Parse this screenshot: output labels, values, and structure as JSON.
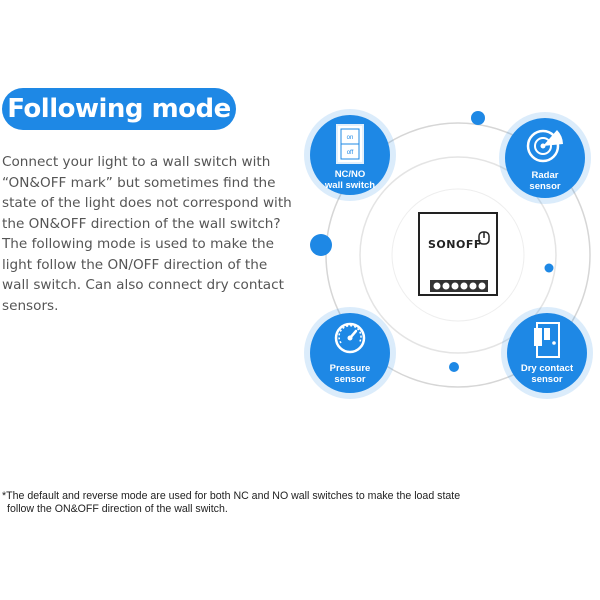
{
  "heading": "Following mode",
  "description": "Connect your light to a wall switch with “ON&OFF mark” but sometimes find the state of the light does not correspond with the ON&OFF direction of the wall switch? The following mode is used to make the light follow the ON/OFF direction of the wall switch. Can also connect dry contact sensors.",
  "footnote": {
    "line1": "*The default and reverse mode are used for both NC and NO wall switches to make the load state",
    "line2": "follow the ON&OFF direction of the wall switch."
  },
  "device": {
    "brand": "SONOFF"
  },
  "badges": {
    "wall_switch": {
      "line1": "NC/NO",
      "line2": "wall switch",
      "icon": "wall-switch-icon",
      "on_label": "on",
      "off_label": "off"
    },
    "radar": {
      "line1": "Radar",
      "line2": "sensor",
      "icon": "radar-icon"
    },
    "pressure": {
      "line1": "Pressure",
      "line2": "sensor",
      "icon": "gauge-icon"
    },
    "dry_contact": {
      "line1": "Dry contact",
      "line2": "sensor",
      "icon": "door-sensor-icon"
    }
  },
  "colors": {
    "accent": "#1e88e5",
    "text": "#555555",
    "orbit": "#d6d6d6"
  }
}
